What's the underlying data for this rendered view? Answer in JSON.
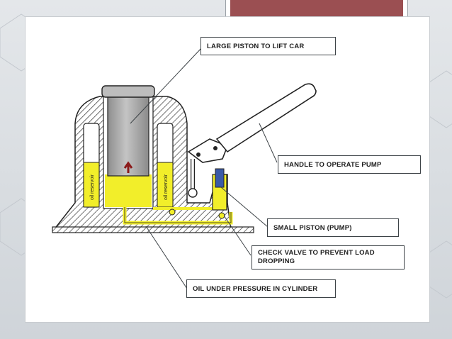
{
  "diagram": {
    "callouts": {
      "large_piston": "LARGE PISTON TO LIFT CAR",
      "handle": "HANDLE TO OPERATE PUMP",
      "small_piston": "SMALL PISTON (PUMP)",
      "check_valve_line1": "CHECK VALVE TO PREVENT LOAD",
      "check_valve_line2": "DROPPING",
      "oil_pressure": "OIL UNDER PRESSURE IN CYLINDER"
    },
    "reservoir_labels": {
      "left": "oil reservoir",
      "right": "oil reservoir"
    },
    "colors": {
      "oil": "#f2ee2a",
      "piston": "#a9a9a9",
      "hatch": "#333333",
      "title_bar": "#9b4f52"
    }
  }
}
